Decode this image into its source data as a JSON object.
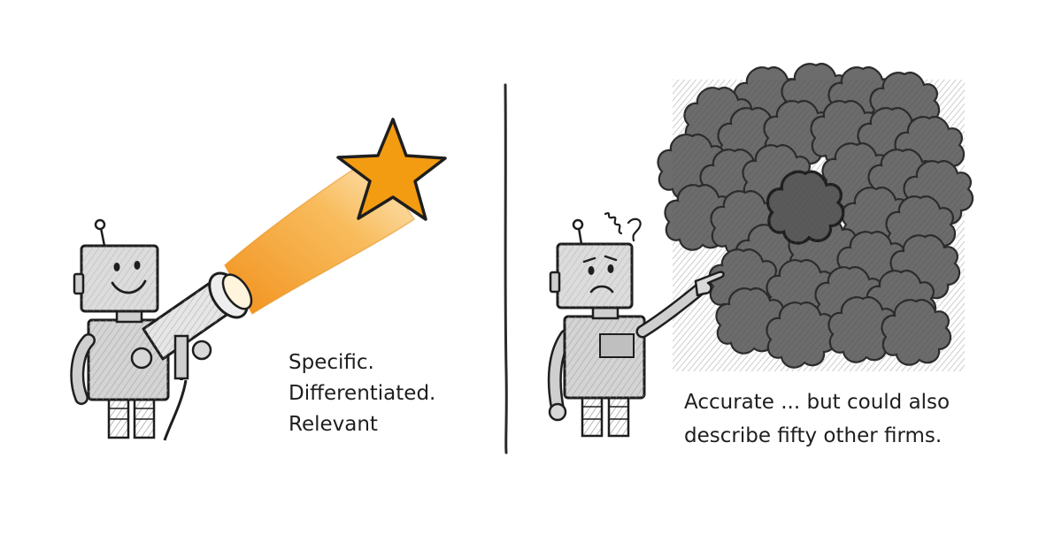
{
  "left_panel": {
    "caption_lines": [
      "Specific.",
      "Differentiated.",
      "Relevant"
    ],
    "beam_color": "#f5a623",
    "star_color": "#f39c12"
  },
  "right_panel": {
    "caption_lines": [
      "Accurate ... but could also",
      "describe fifty other firms."
    ],
    "blob_color": "#6e6e6e"
  },
  "colors": {
    "ink": "#1e1e1e",
    "robot_fill": "#cfcfcf",
    "divider": "#2a2a2a"
  }
}
